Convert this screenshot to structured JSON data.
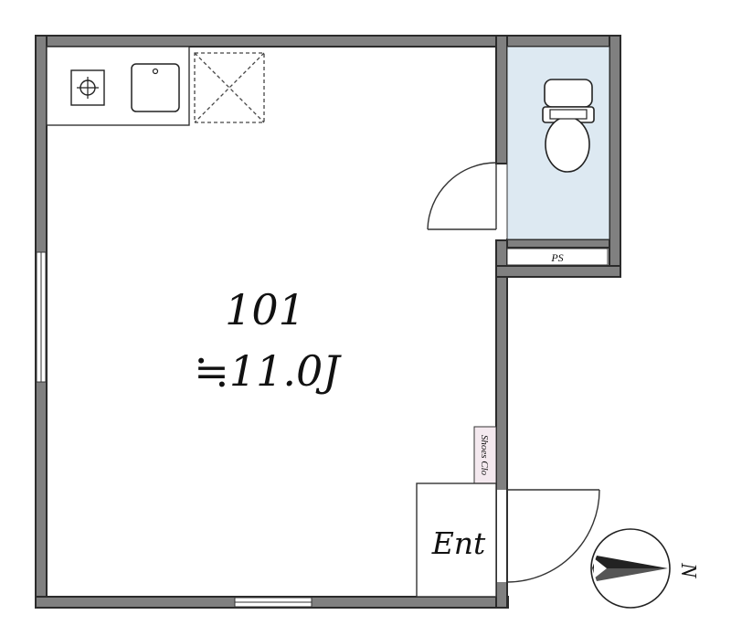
{
  "room": {
    "number": "101",
    "area": "≒11.0J"
  },
  "labels": {
    "entrance": "Ent",
    "pipe_space": "PS",
    "shoes_closet": "Shoes Clo",
    "compass": "N"
  },
  "colors": {
    "wall": "#808080",
    "toilet_room": "#dde9f2",
    "shoes_closet": "#f4e9ef"
  }
}
